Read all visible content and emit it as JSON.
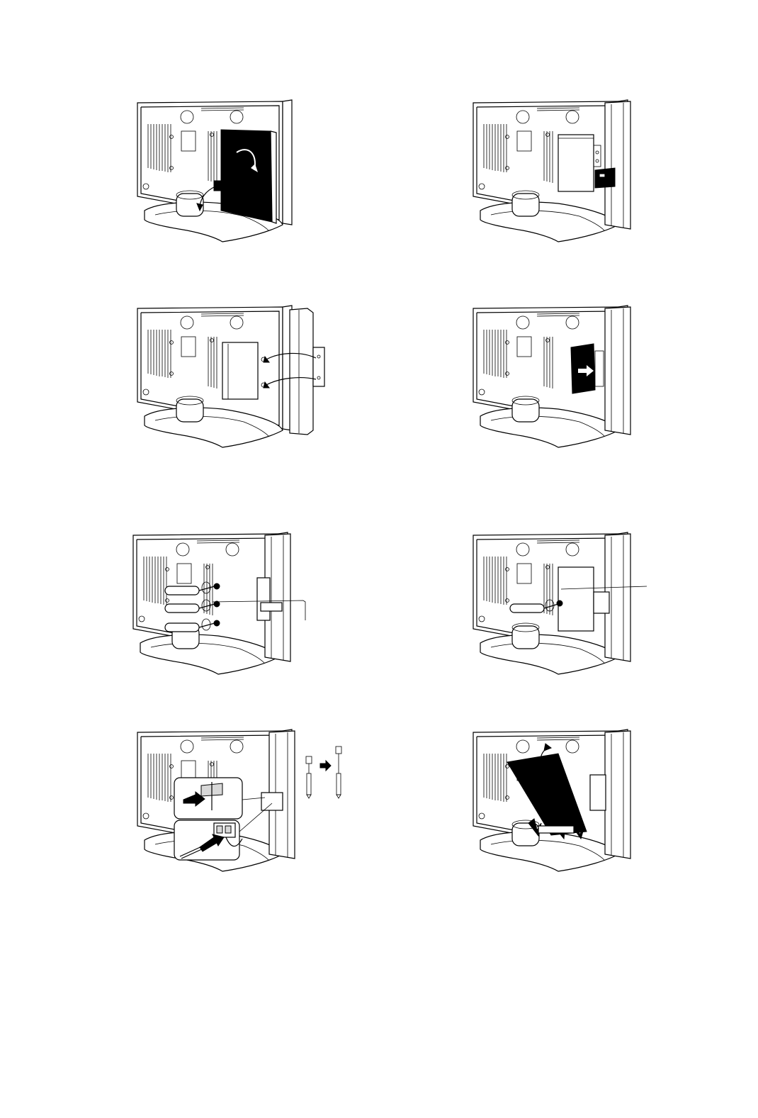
{
  "page": {
    "background": "#ffffff",
    "ink": "#000000"
  },
  "figures": [
    {
      "id": "step-1",
      "icon": "tv-rear-remove-cover-icon"
    },
    {
      "id": "step-2",
      "icon": "tv-rear-speaker-bracket-icon"
    },
    {
      "id": "step-3",
      "icon": "tv-rear-attach-speaker-icon"
    },
    {
      "id": "step-4",
      "icon": "tv-rear-insert-connector-icon"
    },
    {
      "id": "step-5",
      "icon": "tv-rear-screwdriver-three-screws-icon"
    },
    {
      "id": "step-6",
      "icon": "tv-rear-screwdriver-one-screw-icon"
    },
    {
      "id": "step-7",
      "icon": "tv-rear-cable-connection-detail-icon"
    },
    {
      "id": "step-8",
      "icon": "tv-rear-replace-cover-icon"
    }
  ]
}
